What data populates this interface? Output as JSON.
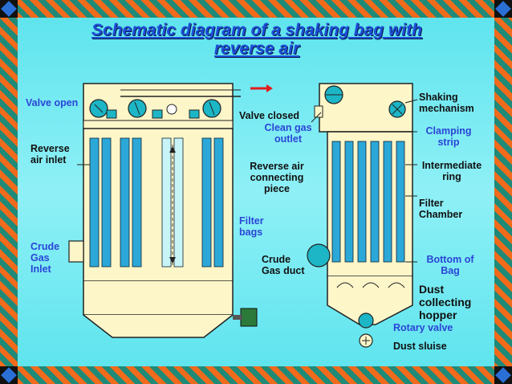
{
  "title_line1": "Schematic diagram of a shaking bag with",
  "title_line2": "reverse air",
  "labels": {
    "valve_open": "Valve open",
    "reverse_air_inlet_1": "Reverse",
    "reverse_air_inlet_2": "air inlet",
    "crude_gas_inlet_1": "Crude",
    "crude_gas_inlet_2": "Gas",
    "crude_gas_inlet_3": "Inlet",
    "valve_closed": "Valve closed",
    "clean_gas_outlet_1": "Clean gas",
    "clean_gas_outlet_2": "outlet",
    "reverse_air_piece_1": "Reverse air",
    "reverse_air_piece_2": "connecting",
    "reverse_air_piece_3": "piece",
    "filter_bags_1": "Filter",
    "filter_bags_2": "bags",
    "crude_gas_duct_1": "Crude",
    "crude_gas_duct_2": "Gas duct",
    "shaking_1": "Shaking",
    "shaking_2": "mechanism",
    "clamping_1": "Clamping",
    "clamping_2": "strip",
    "intermediate_1": "Intermediate",
    "intermediate_2": "ring",
    "filter_chamber_1": "Filter",
    "filter_chamber_2": "Chamber",
    "bottom_bag_1": "Bottom of",
    "bottom_bag_2": "Bag",
    "dust_hopper_1": "Dust",
    "dust_hopper_2": "collecting",
    "dust_hopper_3": "hopper",
    "rotary_valve": "Rotary valve",
    "dust_sluise": "Dust sluise"
  },
  "colors": {
    "panel": "#7eeef4",
    "title": "#1d4ed8",
    "label_blue": "#2b45d6",
    "housing": "#fdf6c9",
    "bag": "#2ba8d8",
    "border_orange": "#f26a1b",
    "border_teal": "#1f8a77"
  }
}
